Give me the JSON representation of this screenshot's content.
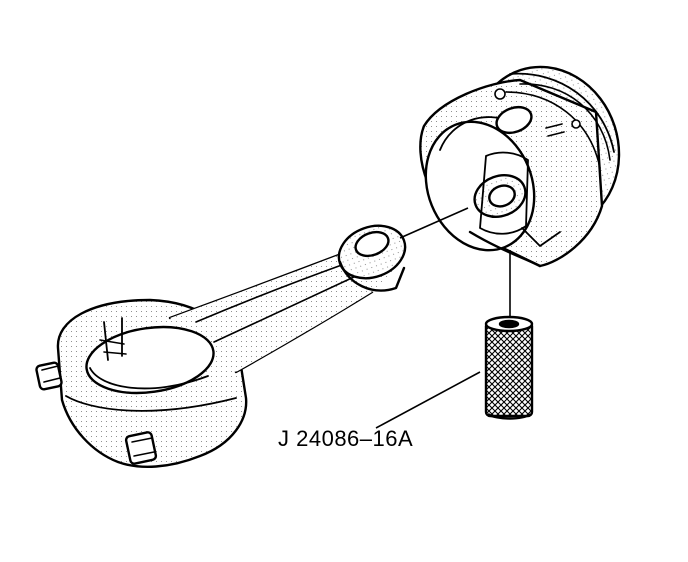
{
  "diagram": {
    "callouts": [
      {
        "id": "tool",
        "label": "J 24086–16A"
      }
    ],
    "parts": [
      {
        "name": "connecting-rod",
        "icon": "connecting-rod-icon"
      },
      {
        "name": "piston",
        "icon": "piston-icon"
      },
      {
        "name": "piston-pin",
        "icon": "piston-pin-icon"
      }
    ],
    "colors": {
      "ink": "#000000",
      "paper": "#ffffff",
      "shade": "#d9d9d9"
    }
  }
}
